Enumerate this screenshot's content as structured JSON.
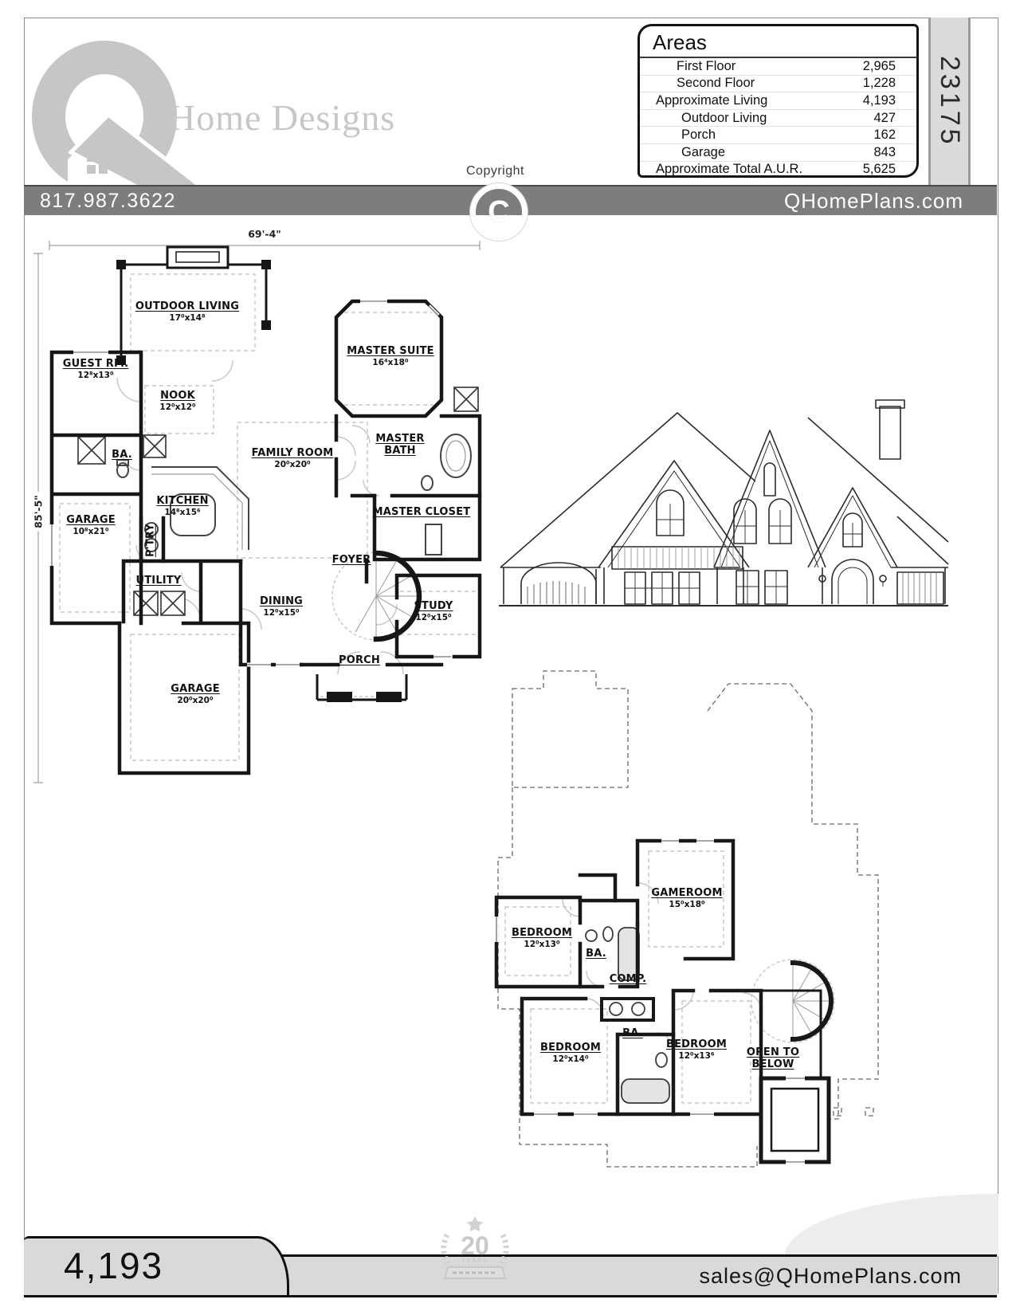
{
  "header": {
    "logo_text": "Home Designs",
    "copyright_label": "Copyright",
    "copyright_symbol": "C",
    "plan_number": "23175",
    "phone": "817.987.3622",
    "website": "QHomePlans.com"
  },
  "areas_table": {
    "title": "Areas",
    "rows": [
      {
        "label": "First Floor",
        "value": "2,965"
      },
      {
        "label": "Second Floor",
        "value": "1,228"
      },
      {
        "label": "Approximate Living",
        "value": "4,193"
      },
      {
        "label": "Outdoor Living",
        "value": "427"
      },
      {
        "label": "Porch",
        "value": "162"
      },
      {
        "label": "Garage",
        "value": "843"
      },
      {
        "label": "Approximate Total A.U.R.",
        "value": "5,625"
      }
    ]
  },
  "first_floor": {
    "width_dim": "69'-4\"",
    "height_dim": "85'-5\"",
    "rooms": [
      {
        "name": "OUTDOOR LIVING",
        "dim": "17⁰x14⁸"
      },
      {
        "name": "GUEST RM.",
        "dim": "12⁸x13⁰"
      },
      {
        "name": "MASTER SUITE",
        "dim": "16⁴x18⁰"
      },
      {
        "name": "NOOK",
        "dim": "12⁰x12⁰"
      },
      {
        "name": "BA.",
        "dim": ""
      },
      {
        "name": "FAMILY ROOM",
        "dim": "20⁰x20⁰"
      },
      {
        "name": "MASTER BATH",
        "dim": ""
      },
      {
        "name": "KITCHEN",
        "dim": "14⁸x15⁶"
      },
      {
        "name": "MASTER CLOSET",
        "dim": ""
      },
      {
        "name": "GARAGE",
        "dim": "10⁸x21⁰"
      },
      {
        "name": "P'TRY",
        "dim": ""
      },
      {
        "name": "FOYER",
        "dim": ""
      },
      {
        "name": "UTILITY",
        "dim": ""
      },
      {
        "name": "DINING",
        "dim": "12⁰x15⁰"
      },
      {
        "name": "STUDY",
        "dim": "12⁰x15⁰"
      },
      {
        "name": "PORCH",
        "dim": ""
      },
      {
        "name": "GARAGE",
        "dim": "20⁰x20⁰"
      }
    ]
  },
  "second_floor": {
    "rooms": [
      {
        "name": "GAMEROOM",
        "dim": "15⁰x18⁰"
      },
      {
        "name": "BEDROOM",
        "dim": "12⁰x13⁰"
      },
      {
        "name": "BA.",
        "dim": ""
      },
      {
        "name": "COMP.",
        "dim": ""
      },
      {
        "name": "BEDROOM",
        "dim": "12⁰x14⁰"
      },
      {
        "name": "BA.",
        "dim": ""
      },
      {
        "name": "BEDROOM",
        "dim": "12⁰x13⁶"
      },
      {
        "name": "OPEN TO BELOW",
        "dim": ""
      }
    ]
  },
  "footer": {
    "living_area": "4,193",
    "email": "sales@QHomePlans.com",
    "badge_number": "20",
    "badge_sub": "YEARS"
  }
}
